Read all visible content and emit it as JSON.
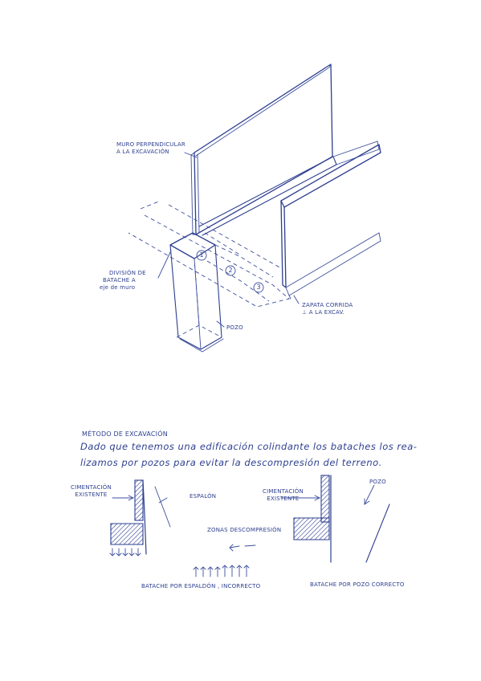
{
  "sketch_top": {
    "label_perpendicular_wall": [
      "MURO PERPENDICULAR",
      "A LA EXCAVACIÓN"
    ],
    "label_division": [
      "DIVISIÓN DE",
      "BATACHE A",
      "eje de muro"
    ],
    "label_footing": [
      "ZAPATA CORRIDA",
      "⊥ A LA EXCAV."
    ],
    "label_pozo": "POZO",
    "numbers": [
      "1",
      "2",
      "3"
    ]
  },
  "notes": {
    "heading": "MÉTODO DE EXCAVACIÓN",
    "line1": "Dado que tenemos una edificación colindante los bataches los rea-",
    "line2": "lizamos por pozos para evitar la descompresión del terreno."
  },
  "sketch_bottom": {
    "label_cimentacion_left": [
      "CIMENTACIÓN",
      "EXISTENTE"
    ],
    "label_espalon": "ESPALÓN",
    "label_cimentacion_right": [
      "CIMENTACIÓN",
      "EXISTENTE"
    ],
    "label_pozo": "POZO",
    "label_descompresion": "ZONAS DESCOMPRESIÓN",
    "caption_left": "BATACHE POR ESPALDÓN , INCORRECTO",
    "caption_right": "BATACHE POR POZO CORRECTO"
  }
}
